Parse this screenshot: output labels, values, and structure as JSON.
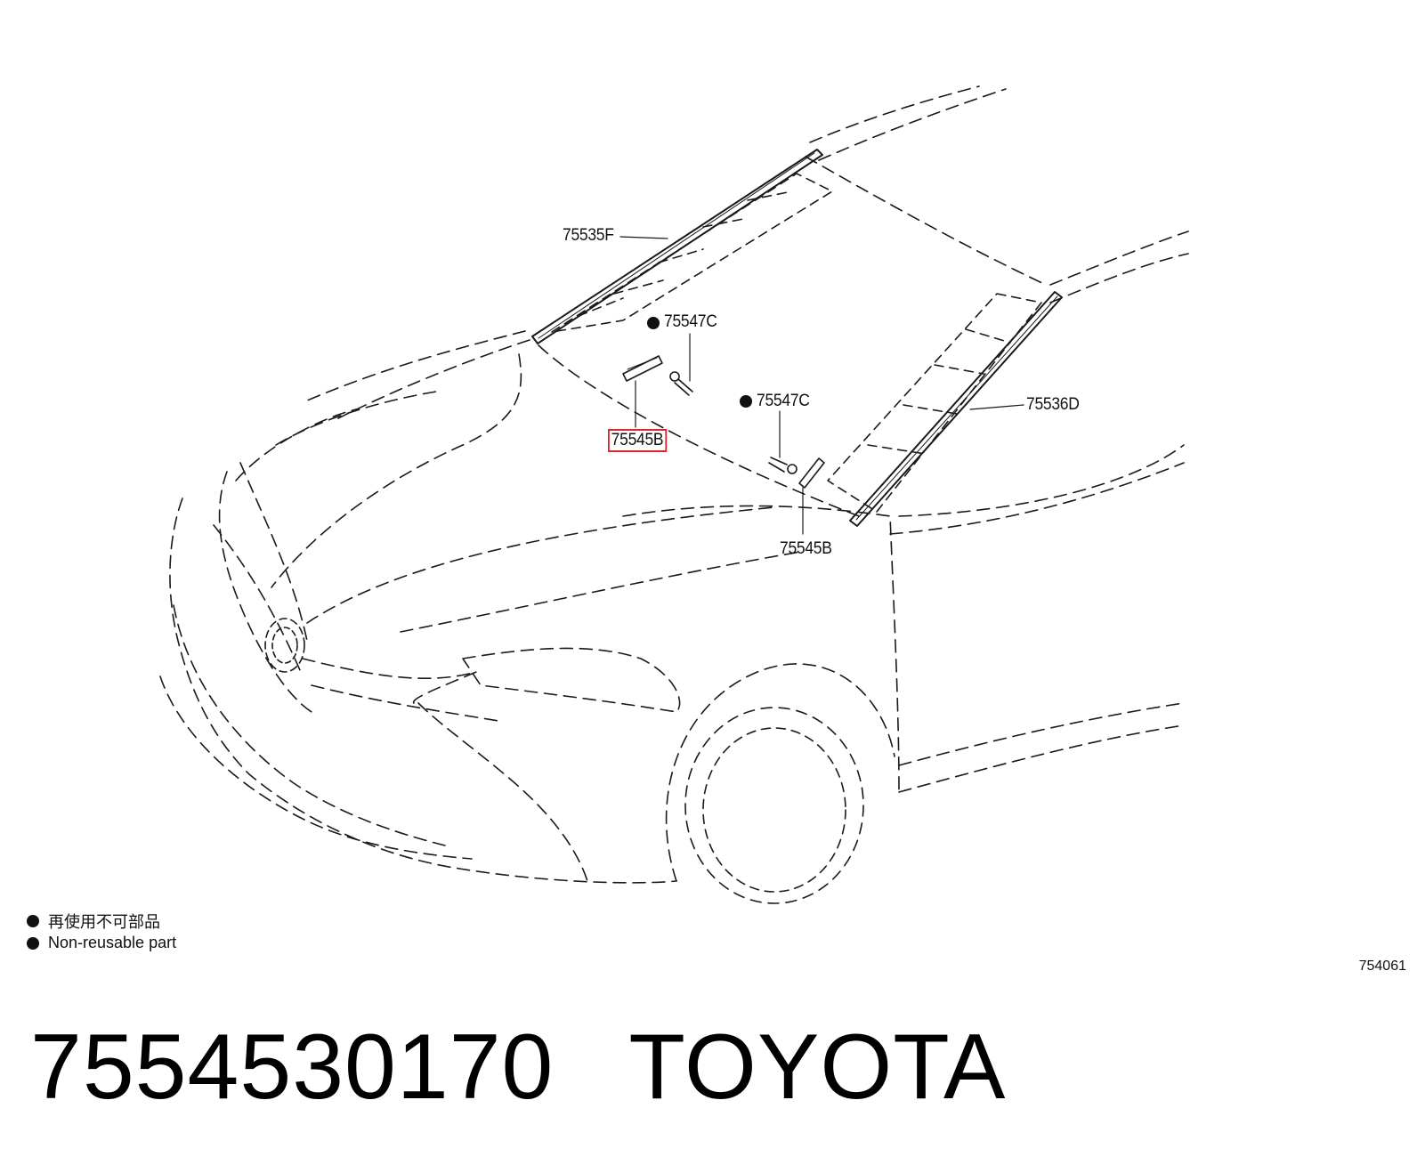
{
  "callouts": {
    "roof_molding": "75535F",
    "clip_upper": "75547C",
    "clip_lower": "75547C",
    "retainer_left": "75545B",
    "retainer_right": "75545B",
    "pillar_molding": "75536D"
  },
  "legend": {
    "line_jp": "再使用不可部品",
    "line_en": "Non-reusable part"
  },
  "figure_number": "754061",
  "footer": {
    "part_number": "7554530170",
    "brand": "TOYOTA"
  },
  "colors": {
    "line": "#1a1a1a",
    "highlight": "#e0262a",
    "background": "#ffffff"
  }
}
